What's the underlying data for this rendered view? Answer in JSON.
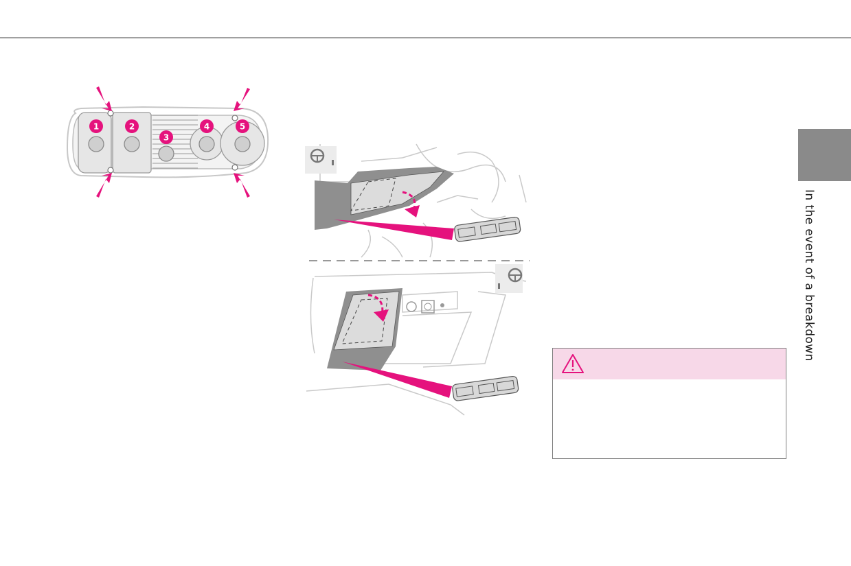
{
  "page": {
    "section_title": "In the event of a breakdown"
  },
  "light_diagram": {
    "icon": "rear-lamp-bulbs-diagram",
    "bulb_numbers": [
      "1",
      "2",
      "3",
      "4",
      "5"
    ]
  },
  "fuse_diagram": {
    "icon": "fuse-box-access-diagram"
  },
  "warning": {
    "icon": "warning-triangle-icon",
    "text": ""
  },
  "colors": {
    "accent": "#e5127d",
    "warning_header_bg": "#f7d8e8",
    "section_tab": "#8a8a8a",
    "rule": "#a0a0a0"
  }
}
